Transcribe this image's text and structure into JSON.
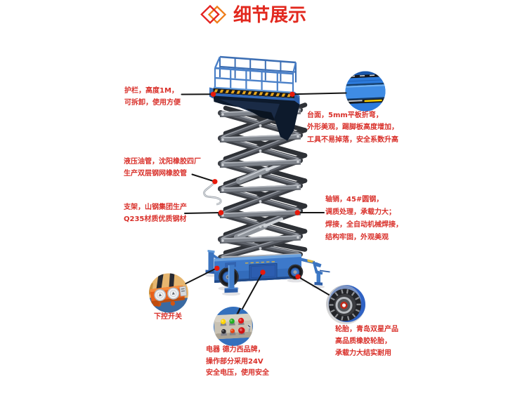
{
  "header": {
    "title": "细节展示",
    "icon": "overlapping-diamonds",
    "title_color": "#e2281e",
    "icon_colors": {
      "left_diamond": "#e42320",
      "right_diamond": "#ef7d1a"
    }
  },
  "annotations": {
    "handrail": {
      "lines": [
        "护栏，高度1M，",
        "可拆卸，使用方便"
      ]
    },
    "hydraulic_hose": {
      "lines": [
        "液压油管，沈阳橡胶四厂",
        "生产双层钢网橡胶管"
      ]
    },
    "support_frame": {
      "lines": [
        "支架，山钢集团生产",
        "Q235材质优质钢材"
      ]
    },
    "platform_surface": {
      "lines": [
        "台面，5mm平板折弯，",
        "外形美观，踢脚板高度增加，",
        "工具不易掉落，安全系数升高"
      ]
    },
    "axle_pin": {
      "lines": [
        "轴销，45#圆钢，",
        "调质处理，承载力大；",
        "焊接，全自动机械焊接，",
        "结构牢固，外观美观"
      ]
    },
    "lower_control_switch": {
      "label": "下控开关"
    },
    "electrics": {
      "lines": [
        "电器 德力西品牌，",
        "操作部分采用24V",
        "安全电压，使用安全"
      ]
    },
    "tires": {
      "lines": [
        "轮胎，青岛双星产品",
        "高品质橡胶轮胎，",
        "承载力大结实耐用"
      ]
    }
  },
  "annotation_color": "#d9302a",
  "callouts": {
    "platform_edge": "platform-edge-closeup",
    "pendant_control": "pendant-control-closeup",
    "control_panel": "electric-control-panel-closeup",
    "wheel": "wheel-closeup"
  },
  "machine": {
    "type": "mobile-scissor-lift",
    "body_color": "#3d79ca",
    "leader_line_color": "#141414",
    "marker_dot_color": "#e8190b"
  }
}
